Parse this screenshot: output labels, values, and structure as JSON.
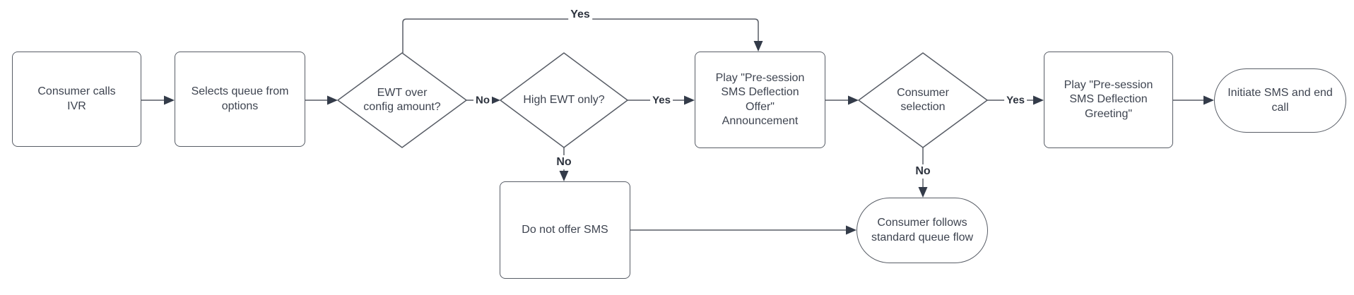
{
  "diagram": {
    "type": "flowchart",
    "background": "#ffffff",
    "colors": {
      "shape_stroke": "#585d66",
      "shape_fill": "#ffffff",
      "node_text": "#3e4450",
      "edge_label_text": "#2d333e",
      "arrow_fill": "#333b49"
    },
    "nodes": {
      "consumer_calls_ivr": {
        "label": "Consumer calls\nIVR",
        "shape": "rectangle"
      },
      "selects_queue": {
        "label": "Selects queue from\noptions",
        "shape": "rectangle"
      },
      "ewt_over_config": {
        "label": "EWT over\nconfig amount?",
        "shape": "decision"
      },
      "high_ewt_only": {
        "label": "High EWT only?",
        "shape": "decision"
      },
      "play_offer_announcement": {
        "label": "Play \"Pre-session\nSMS Deflection\nOffer\"\nAnnouncement",
        "shape": "rectangle"
      },
      "consumer_selection": {
        "label": "Consumer\nselection",
        "shape": "decision"
      },
      "play_greeting": {
        "label": "Play \"Pre-session\nSMS Deflection\nGreeting\"",
        "shape": "rectangle"
      },
      "initiate_sms": {
        "label": "Initiate SMS and end\ncall",
        "shape": "terminator"
      },
      "do_not_offer": {
        "label": "Do not offer SMS",
        "shape": "rectangle"
      },
      "standard_queue": {
        "label": "Consumer follows\nstandard queue flow",
        "shape": "terminator"
      }
    },
    "edge_labels": {
      "yes_top": "Yes",
      "no_between_diamonds": "No",
      "yes_after_high_ewt": "Yes",
      "yes_after_selection": "Yes",
      "no_below_high_ewt": "No",
      "no_below_selection": "No"
    },
    "edges": [
      {
        "from": "consumer_calls_ivr",
        "to": "selects_queue",
        "label": ""
      },
      {
        "from": "selects_queue",
        "to": "ewt_over_config",
        "label": ""
      },
      {
        "from": "ewt_over_config",
        "to": "high_ewt_only",
        "label": "No"
      },
      {
        "from": "ewt_over_config",
        "to": "play_offer_announcement",
        "label": "Yes"
      },
      {
        "from": "high_ewt_only",
        "to": "play_offer_announcement",
        "label": "Yes"
      },
      {
        "from": "play_offer_announcement",
        "to": "consumer_selection",
        "label": ""
      },
      {
        "from": "consumer_selection",
        "to": "play_greeting",
        "label": "Yes"
      },
      {
        "from": "play_greeting",
        "to": "initiate_sms",
        "label": ""
      },
      {
        "from": "high_ewt_only",
        "to": "do_not_offer",
        "label": "No"
      },
      {
        "from": "consumer_selection",
        "to": "standard_queue",
        "label": "No"
      },
      {
        "from": "do_not_offer",
        "to": "standard_queue",
        "label": ""
      }
    ]
  }
}
